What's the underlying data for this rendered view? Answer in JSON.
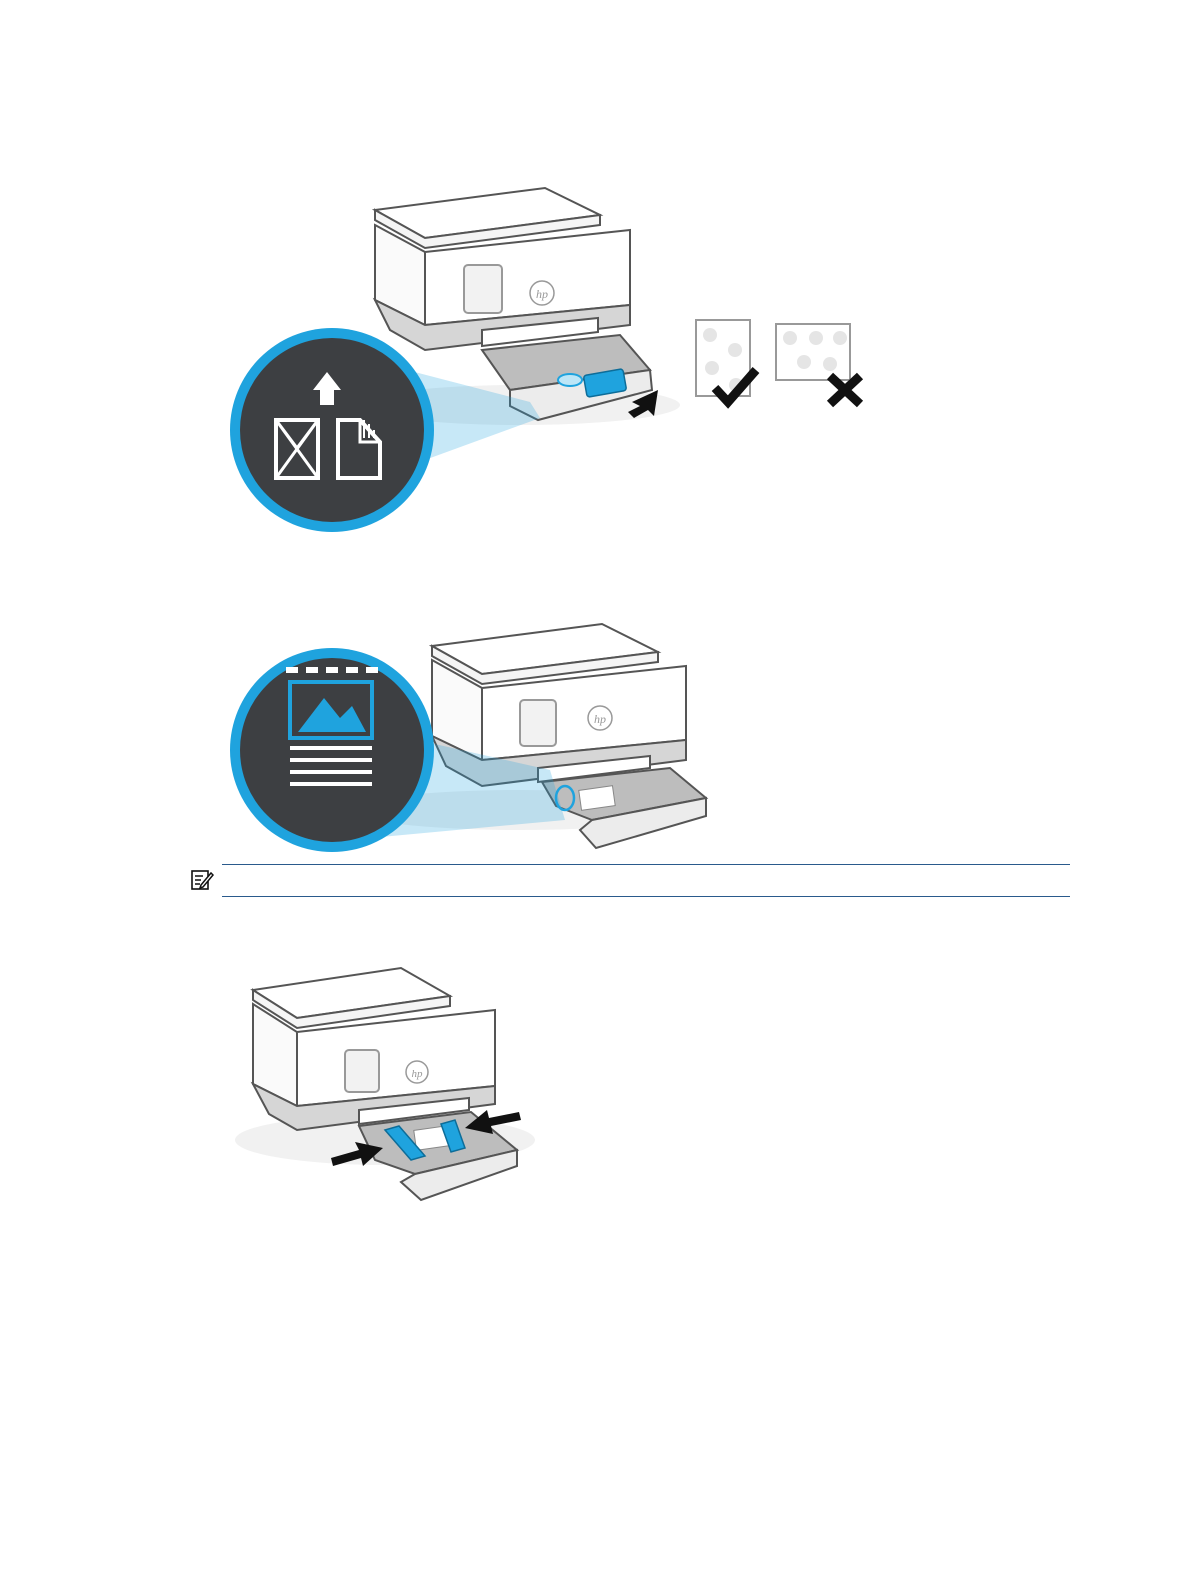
{
  "brand": {
    "logo_text": "hp",
    "accent_color": "#1fa3de",
    "icon_dark_color": "#3d3f42"
  },
  "figures": [
    {
      "id": "load-envelope-legal",
      "paper_samples": [
        {
          "orientation": "portrait",
          "status": "correct",
          "mark": "check-icon"
        },
        {
          "orientation": "landscape",
          "status": "incorrect",
          "mark": "x-icon"
        }
      ],
      "icons": [
        "arrow-up-icon",
        "envelope-icon",
        "document-icon"
      ]
    },
    {
      "id": "load-photo-paper",
      "icons": [
        "photo-paper-icon"
      ]
    },
    {
      "id": "adjust-paper-width-guides",
      "icons": [
        "arrow-right-icon",
        "arrow-left-icon"
      ]
    }
  ],
  "note": {
    "icon": "note-icon",
    "text": ""
  }
}
